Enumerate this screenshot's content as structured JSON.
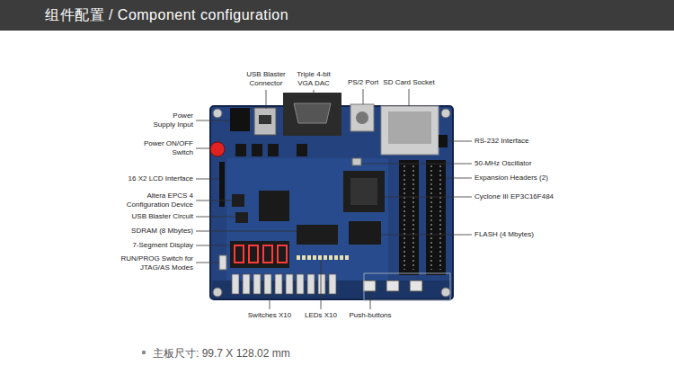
{
  "diagram": {
    "title": "组件配置 / Component configuration",
    "caption": "主板尺寸: 99.7 X 128.02 mm",
    "labels": [
      "USB Blaster Connector",
      "Triple 4-bit VGA DAC",
      "PS/2 Port",
      "SD Card Socket",
      "Power Supply Input",
      "Power ON/OFF Switch",
      "16 X2 LCD Interface",
      "Altera EPCS 4 Configuration Device",
      "USB Blaster Circuit",
      "SDRAM (8 Mbytes)",
      "7-Segment Display",
      "RUN/PROG Switch for JTAG/AS Modes",
      "RS-232 Interface",
      "50-MHz Oscillator",
      "Expansion Headers (2)",
      "Cyclone III EP3C16F484",
      "FLASH (4 Mbytes)",
      "Switches X10",
      "LEDs X10",
      "Push-buttons"
    ]
  }
}
